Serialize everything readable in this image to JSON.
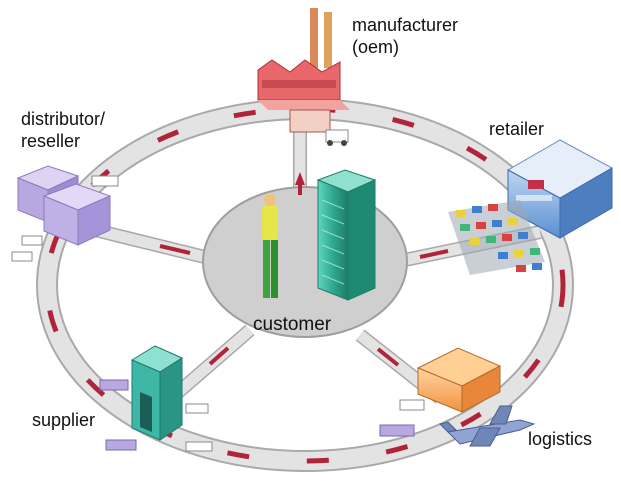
{
  "diagram": {
    "nodes": {
      "manufacturer": {
        "line1": "manufacturer",
        "line2": "(oem)"
      },
      "retailer": {
        "label": "retailer"
      },
      "distributor": {
        "line1": "distributor/",
        "line2": "reseller"
      },
      "customer": {
        "label": "customer"
      },
      "supplier": {
        "label": "supplier"
      },
      "logistics": {
        "label": "logistics"
      }
    },
    "colors": {
      "ring": "#d9d9d9",
      "ring_edge": "#a9a9a9",
      "dash": "#b0243a",
      "hub": "#cfcfcf",
      "factory": "#e8676b",
      "retail_store": "#5b8fd1",
      "distributor_building": "#b9a7e0",
      "supplier_building": "#3fb7a6",
      "customer_tower": "#2fa88f",
      "logistics_warehouse": "#f2a25a",
      "airplane": "#6f86b8"
    }
  }
}
